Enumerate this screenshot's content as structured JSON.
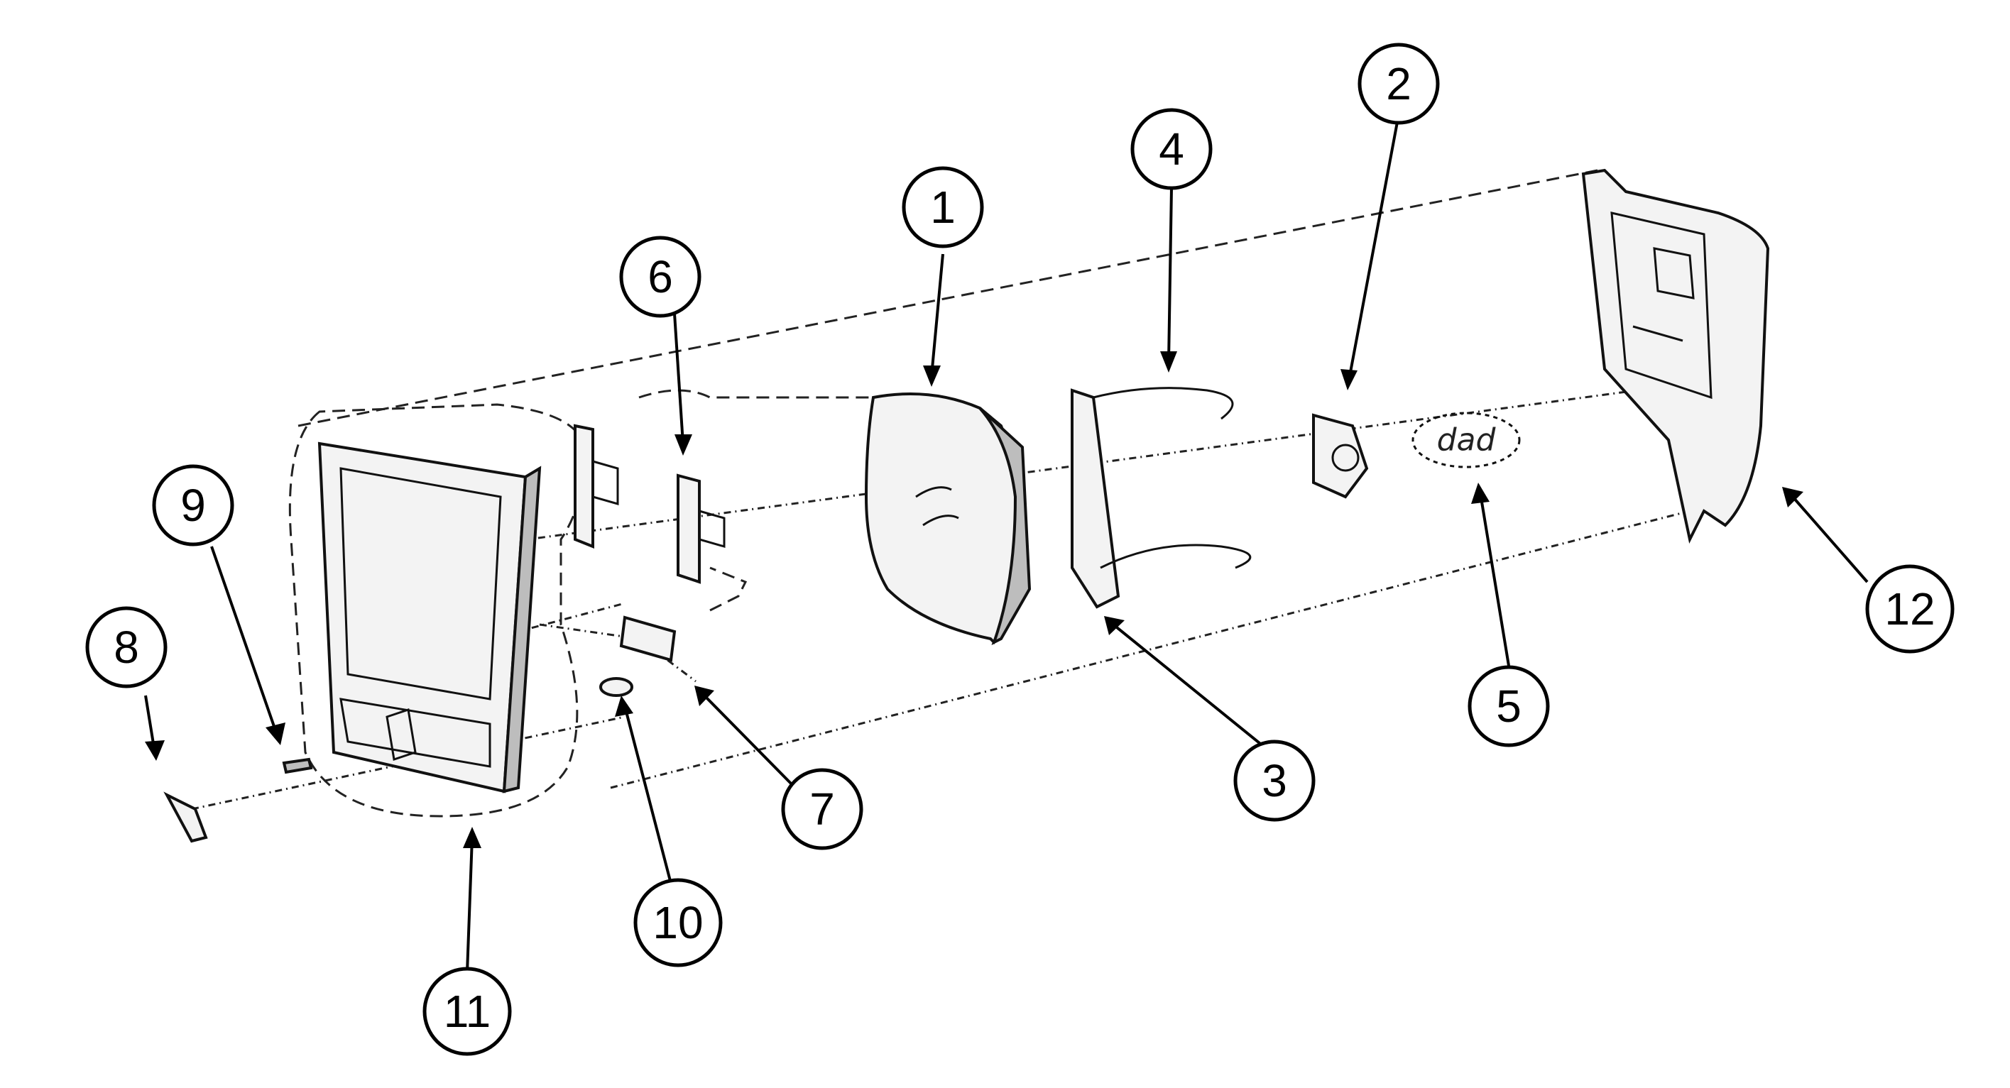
{
  "callouts": [
    {
      "id": "1",
      "label": "1"
    },
    {
      "id": "2",
      "label": "2"
    },
    {
      "id": "3",
      "label": "3"
    },
    {
      "id": "4",
      "label": "4"
    },
    {
      "id": "5",
      "label": "5"
    },
    {
      "id": "6",
      "label": "6"
    },
    {
      "id": "7",
      "label": "7"
    },
    {
      "id": "8",
      "label": "8"
    },
    {
      "id": "9",
      "label": "9"
    },
    {
      "id": "10",
      "label": "10"
    },
    {
      "id": "11",
      "label": "11"
    },
    {
      "id": "12",
      "label": "12"
    }
  ],
  "part5_marking": "dad"
}
